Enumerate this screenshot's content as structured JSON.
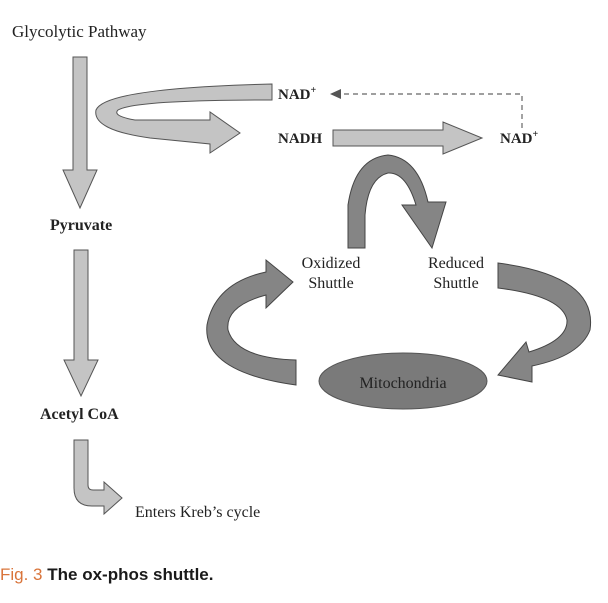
{
  "diagram": {
    "glycolytic_pathway": "Glycolytic Pathway",
    "pyruvate": "Pyruvate",
    "acetyl_coa": "Acetyl CoA",
    "enters_krebs": "Enters Kreb’s cycle",
    "nad_plus_top": "NAD",
    "nad_plus_top_sup": "+",
    "nadh": "NADH",
    "nad_plus_right": "NAD",
    "nad_plus_right_sup": "+",
    "oxidized_shuttle": [
      "Oxidized",
      "Shuttle"
    ],
    "reduced_shuttle": [
      "Reduced",
      "Shuttle"
    ],
    "mitochondria": "Mitochondria"
  },
  "caption": {
    "label": "Fig. 3",
    "title": "The ox-phos shuttle."
  },
  "colors": {
    "light_arrow_fill": "#c4c4c4",
    "dark_arrow_fill": "#858585",
    "mitochondria_fill": "#7a7a7a",
    "caption_label": "#d9743a"
  }
}
